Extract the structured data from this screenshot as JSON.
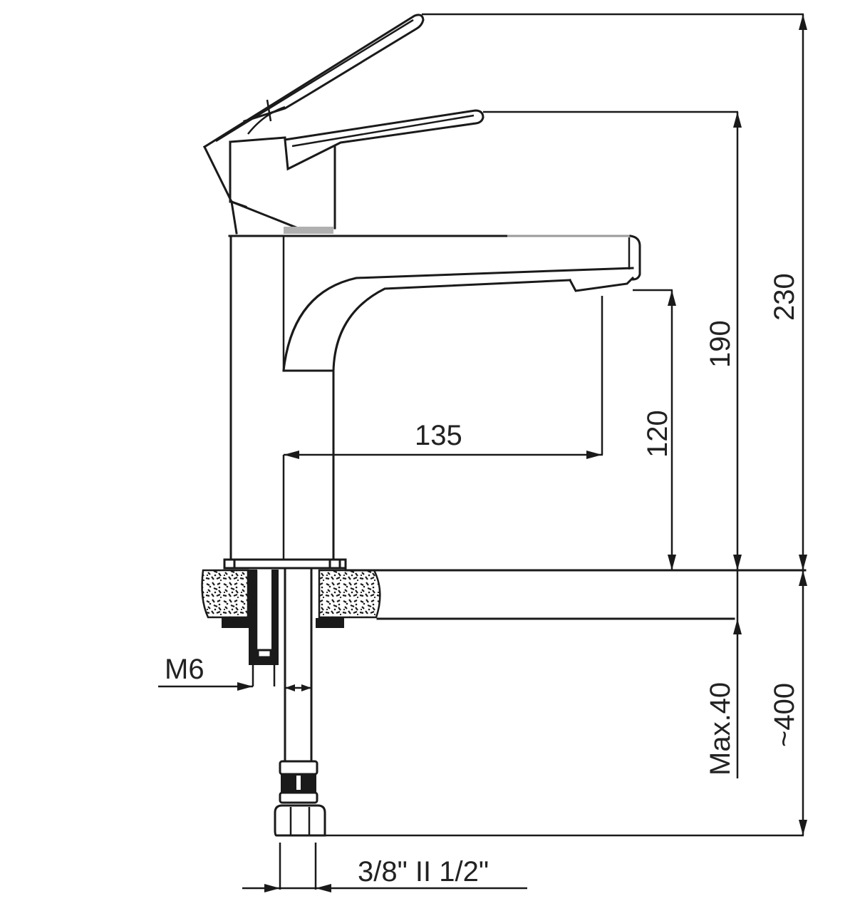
{
  "drawing": {
    "subject": "single-lever basin mixer faucet",
    "stroke_color": "#1a1a1a",
    "background": "#ffffff"
  },
  "dimensions": {
    "total_height": "230",
    "spout_top_height": "190",
    "spout_outlet_height": "120",
    "spout_reach": "135",
    "max_deck_thickness": "Max.40",
    "hose_length": "~400",
    "stud_thread": "M6",
    "hose_connection": "3/8\" II 1/2\""
  }
}
